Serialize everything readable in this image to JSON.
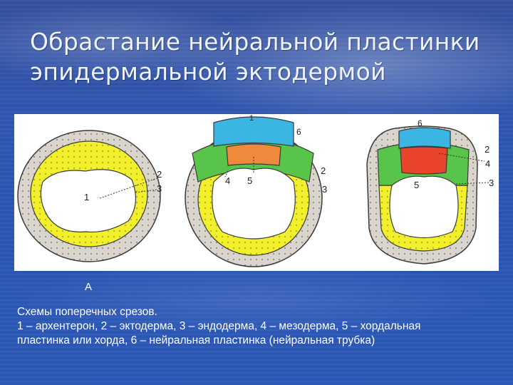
{
  "slide": {
    "title_line1": "Обрастание нейральной пластинки",
    "title_line2": "эпидермальной эктодермой"
  },
  "figure": {
    "panel_label": "А",
    "embryo_a": {
      "labels": [
        "1",
        "2",
        "3"
      ]
    },
    "embryo_b": {
      "labels": [
        "1",
        "6",
        "4",
        "5",
        "2",
        "3"
      ]
    },
    "embryo_c": {
      "labels": [
        "6",
        "2",
        "4",
        "5",
        "3"
      ]
    }
  },
  "caption": {
    "line1": "Схемы поперечных срезов.",
    "line2": "1 – архентерон, 2 – эктодерма, 3 – эндодерма, 4 – мезодерма, 5 – хордальная",
    "line3": "пластинка или хорда, 6 – нейральная пластинка (нейральная трубка)"
  },
  "colors": {
    "ectoderm": "#d9d4cc",
    "endoderm": "#f2ef2b",
    "mesoderm": "#58c44a",
    "neural_plate": "#3bb6e3",
    "chorda": "#ef8a3c",
    "chorda_c": "#e8452a",
    "outline": "#3a3a3a"
  }
}
